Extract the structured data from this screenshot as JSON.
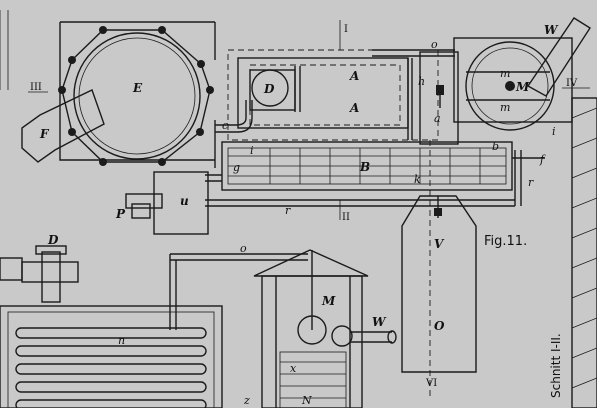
{
  "figure": {
    "caption": "Fig.11.",
    "section_caption": "Schnitt I-II."
  },
  "labels": {
    "E": "E",
    "F": "F",
    "D_top": "D",
    "A_upper": "A",
    "A_lower": "A",
    "h": "h",
    "a": "a",
    "o_top": "o",
    "W_top": "W",
    "M_top": "M",
    "m_upper": "m",
    "m_lower": "m",
    "i_right": "i",
    "B": "B",
    "g": "g",
    "i_left": "i",
    "c": "c",
    "b": "b",
    "f": "f",
    "k": "k",
    "r_right": "r",
    "r_bottom": "r",
    "P": "P",
    "u": "u",
    "V": "V",
    "O": "O",
    "D_lower": "D",
    "o_lower": "o",
    "n": "n",
    "M_lower": "M",
    "W_lower": "W",
    "x": "x",
    "N": "N",
    "z": "z"
  },
  "section_marks": {
    "I_top": "I",
    "II_mid": "II",
    "III_left": "III",
    "IV_right": "IV",
    "VI_bottom": "VI"
  }
}
